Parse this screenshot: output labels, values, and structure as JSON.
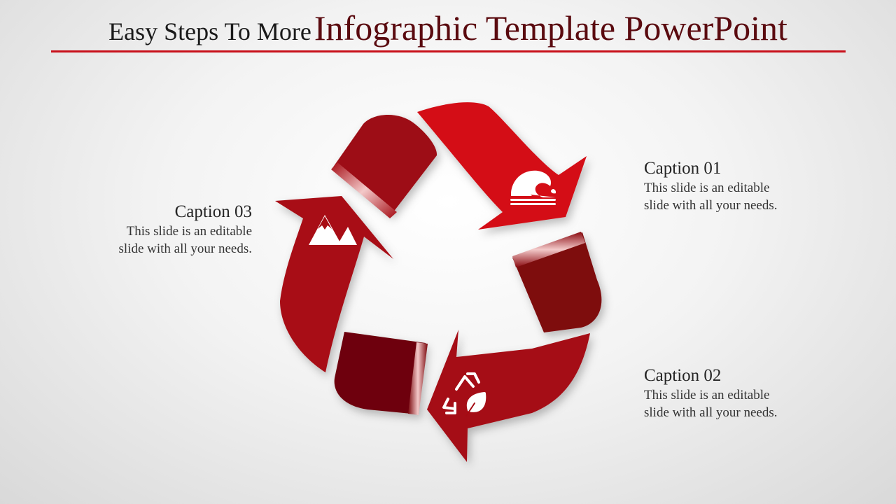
{
  "slide": {
    "title_prefix": "Easy Steps To More",
    "title_main": "Infographic Template PowerPoint"
  },
  "captions": [
    {
      "heading": "Caption 01",
      "text_line1": "This slide is an editable",
      "text_line2": "slide with all your needs."
    },
    {
      "heading": "Caption 02",
      "text_line1": "This slide is an editable",
      "text_line2": "slide with all your needs."
    },
    {
      "heading": "Caption 03",
      "text_line1": "This slide is an editable",
      "text_line2": "slide with all your needs."
    }
  ],
  "icons": {
    "arrow1": "wave-icon",
    "arrow2": "recycle-leaf-icon",
    "arrow3": "mountain-icon"
  },
  "colors": {
    "title_main": "#5a0a0f",
    "rule": "#c8101a",
    "arrow_bright": "#d40f16",
    "arrow_mid": "#a50b13",
    "arrow_dark": "#7a070c"
  }
}
